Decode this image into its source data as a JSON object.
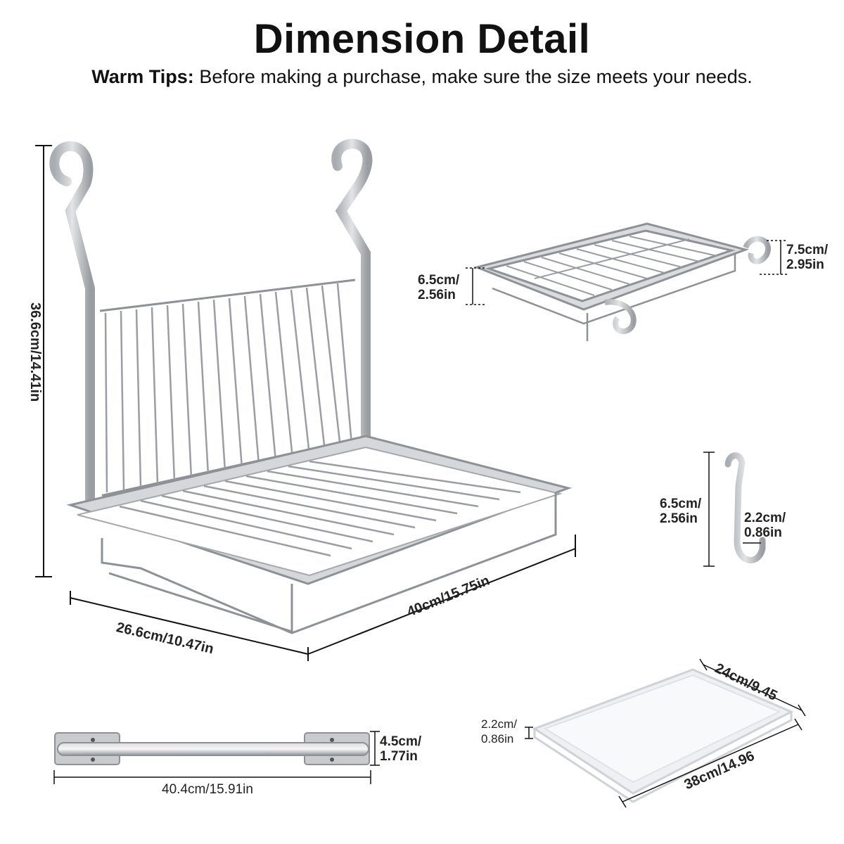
{
  "header": {
    "title": "Dimension Detail",
    "tips_label": "Warm Tips:",
    "tips_text": "Before making a purchase, make sure the size meets your needs."
  },
  "main_rack": {
    "height": "36.6cm/14.41in",
    "depth": "26.6cm/10.47in",
    "width": "40cm/15.75in"
  },
  "folded_rack": {
    "height_line1": "6.5cm/",
    "height_line2": "2.56in",
    "hook_line1": "7.5cm/",
    "hook_line2": "2.95in"
  },
  "hook": {
    "height_line1": "6.5cm/",
    "height_line2": "2.56in",
    "width_line1": "2.2cm/",
    "width_line2": "0.86in"
  },
  "rail": {
    "height_line1": "4.5cm/",
    "height_line2": "1.77in",
    "length": "40.4cm/15.91in"
  },
  "tray": {
    "height_line1": "2.2cm/",
    "height_line2": "0.86in",
    "width": "24cm/9.45",
    "length": "38cm/14.96"
  },
  "colors": {
    "steel": "#b9bcbf",
    "steel_dark": "#8e9195",
    "tray": "#f1f2f4",
    "line": "#111111"
  }
}
